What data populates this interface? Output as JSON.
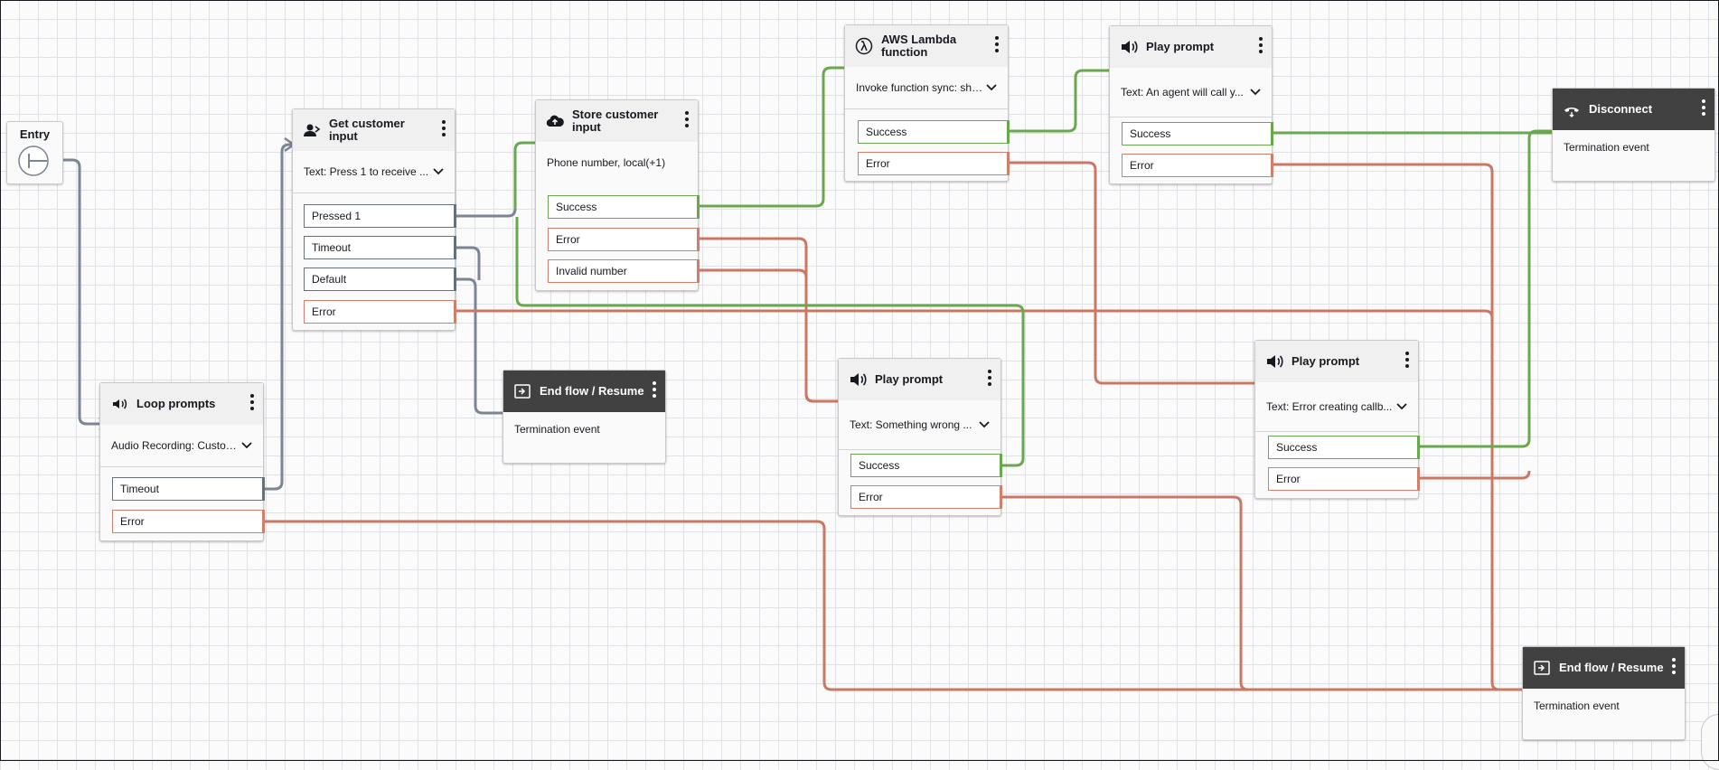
{
  "entry": {
    "label": "Entry"
  },
  "blocks": {
    "loop": {
      "title": "Loop prompts",
      "config": "Audio Recording: Custom...",
      "branches": [
        "Timeout",
        "Error"
      ]
    },
    "getinput": {
      "title": "Get customer input",
      "config": "Text: Press 1 to receive ...",
      "branches": [
        "Pressed 1",
        "Timeout",
        "Default",
        "Error"
      ]
    },
    "store": {
      "title": "Store customer input",
      "config": "Phone number, local(+1)",
      "branches": [
        "Success",
        "Error",
        "Invalid number"
      ]
    },
    "endflow1": {
      "title": "End flow / Resume",
      "body": "Termination event"
    },
    "lambda": {
      "title": "AWS Lambda function",
      "config": "Invoke function sync: shu...",
      "branches": [
        "Success",
        "Error"
      ]
    },
    "play1": {
      "title": "Play prompt",
      "config": "Text: An agent will call y...",
      "branches": [
        "Success",
        "Error"
      ]
    },
    "disconnect": {
      "title": "Disconnect",
      "body": "Termination event"
    },
    "play2": {
      "title": "Play prompt",
      "config": "Text: Something wrong ...",
      "branches": [
        "Success",
        "Error"
      ]
    },
    "play3": {
      "title": "Play prompt",
      "config": "Text: Error creating callb...",
      "branches": [
        "Success",
        "Error"
      ]
    },
    "endflow2": {
      "title": "End flow / Resume",
      "body": "Termination event"
    }
  },
  "colors": {
    "grey": "#7b8595",
    "success": "#6aa84f",
    "error": "#cc7763",
    "dark_header": "#414141"
  },
  "icons": [
    "entry-icon",
    "loop-prompt-icon",
    "get-input-icon",
    "cloud-upload-icon",
    "end-flow-icon",
    "lambda-icon",
    "speaker-icon",
    "disconnect-icon",
    "chevron-down-icon",
    "kebab-menu-icon"
  ]
}
